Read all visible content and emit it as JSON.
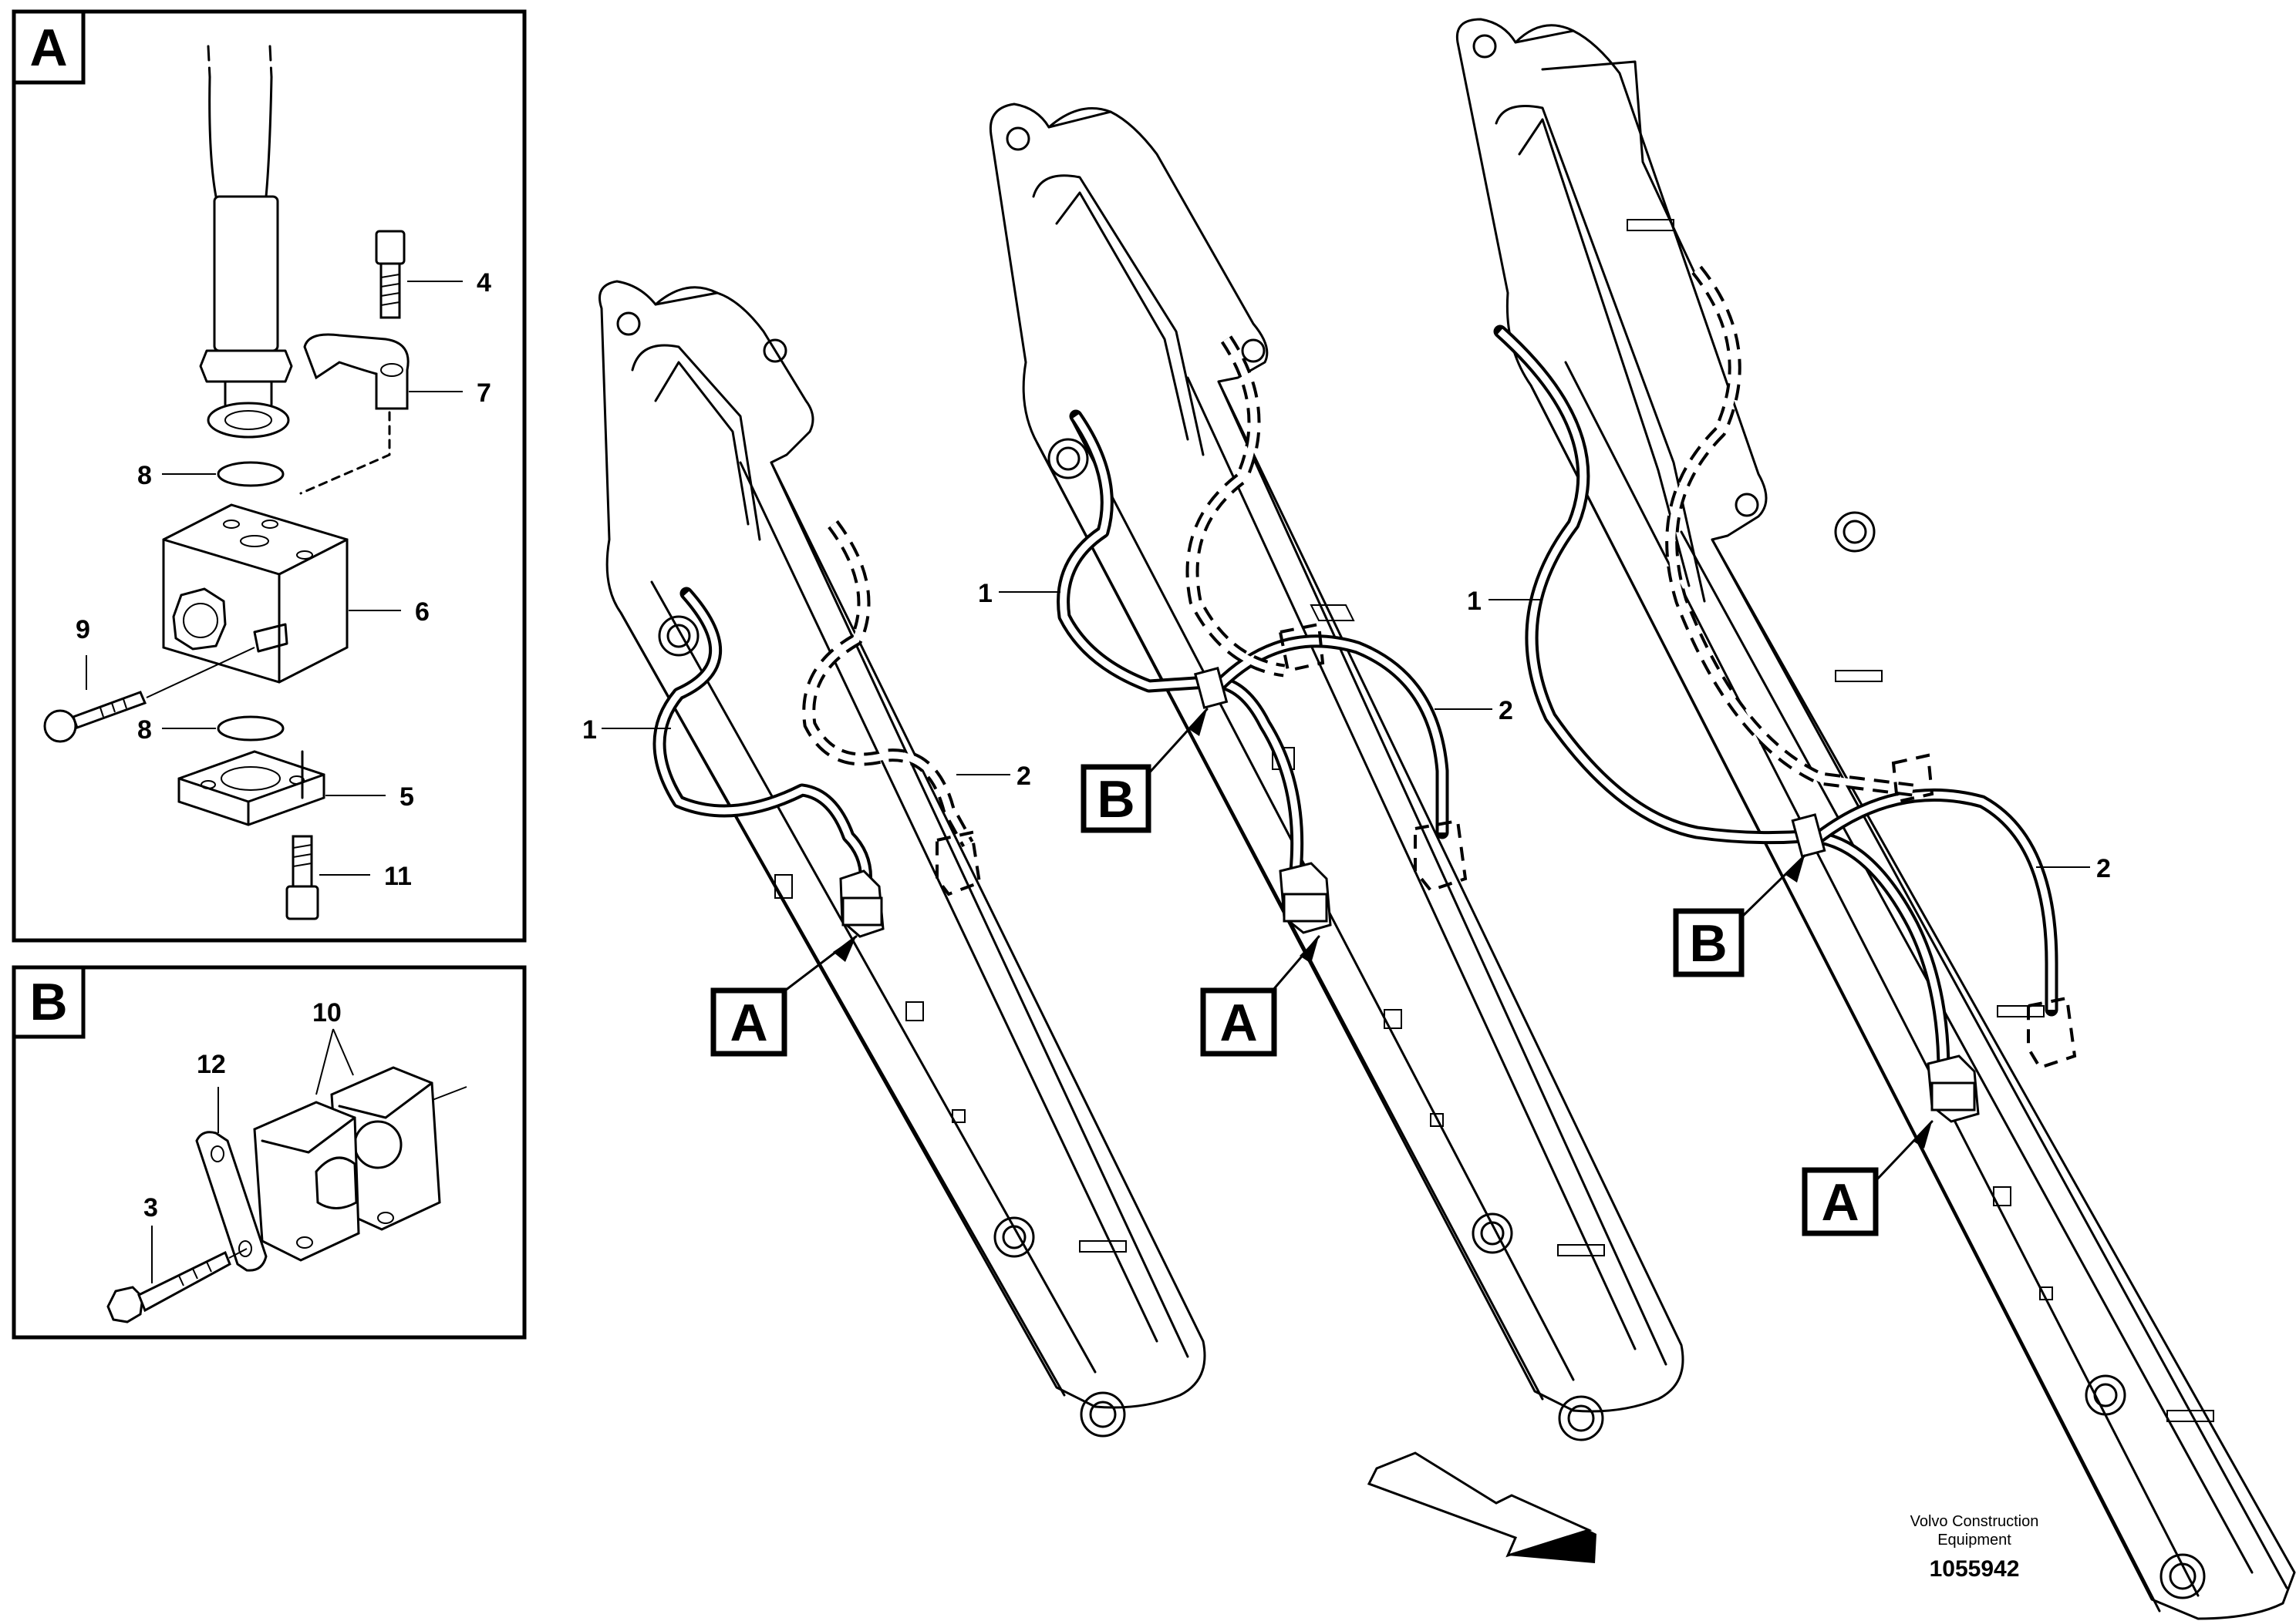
{
  "detail_a": {
    "label": "A",
    "callouts": [
      "4",
      "7",
      "8",
      "9",
      "6",
      "8",
      "5",
      "11"
    ]
  },
  "detail_b": {
    "label": "B",
    "callouts": [
      "10",
      "12",
      "3"
    ]
  },
  "boom_left": {
    "hose_1": "1",
    "hose_2": "2",
    "ref_a": "A"
  },
  "boom_middle": {
    "hose_1": "1",
    "hose_2": "2",
    "ref_a": "A",
    "ref_b": "B"
  },
  "boom_right": {
    "hose_1": "1",
    "hose_2": "2",
    "ref_a": "A",
    "ref_b": "B"
  },
  "footer": {
    "brand_line_1": "Volvo Construction",
    "brand_line_2": "Equipment",
    "doc_number": "1055942"
  }
}
